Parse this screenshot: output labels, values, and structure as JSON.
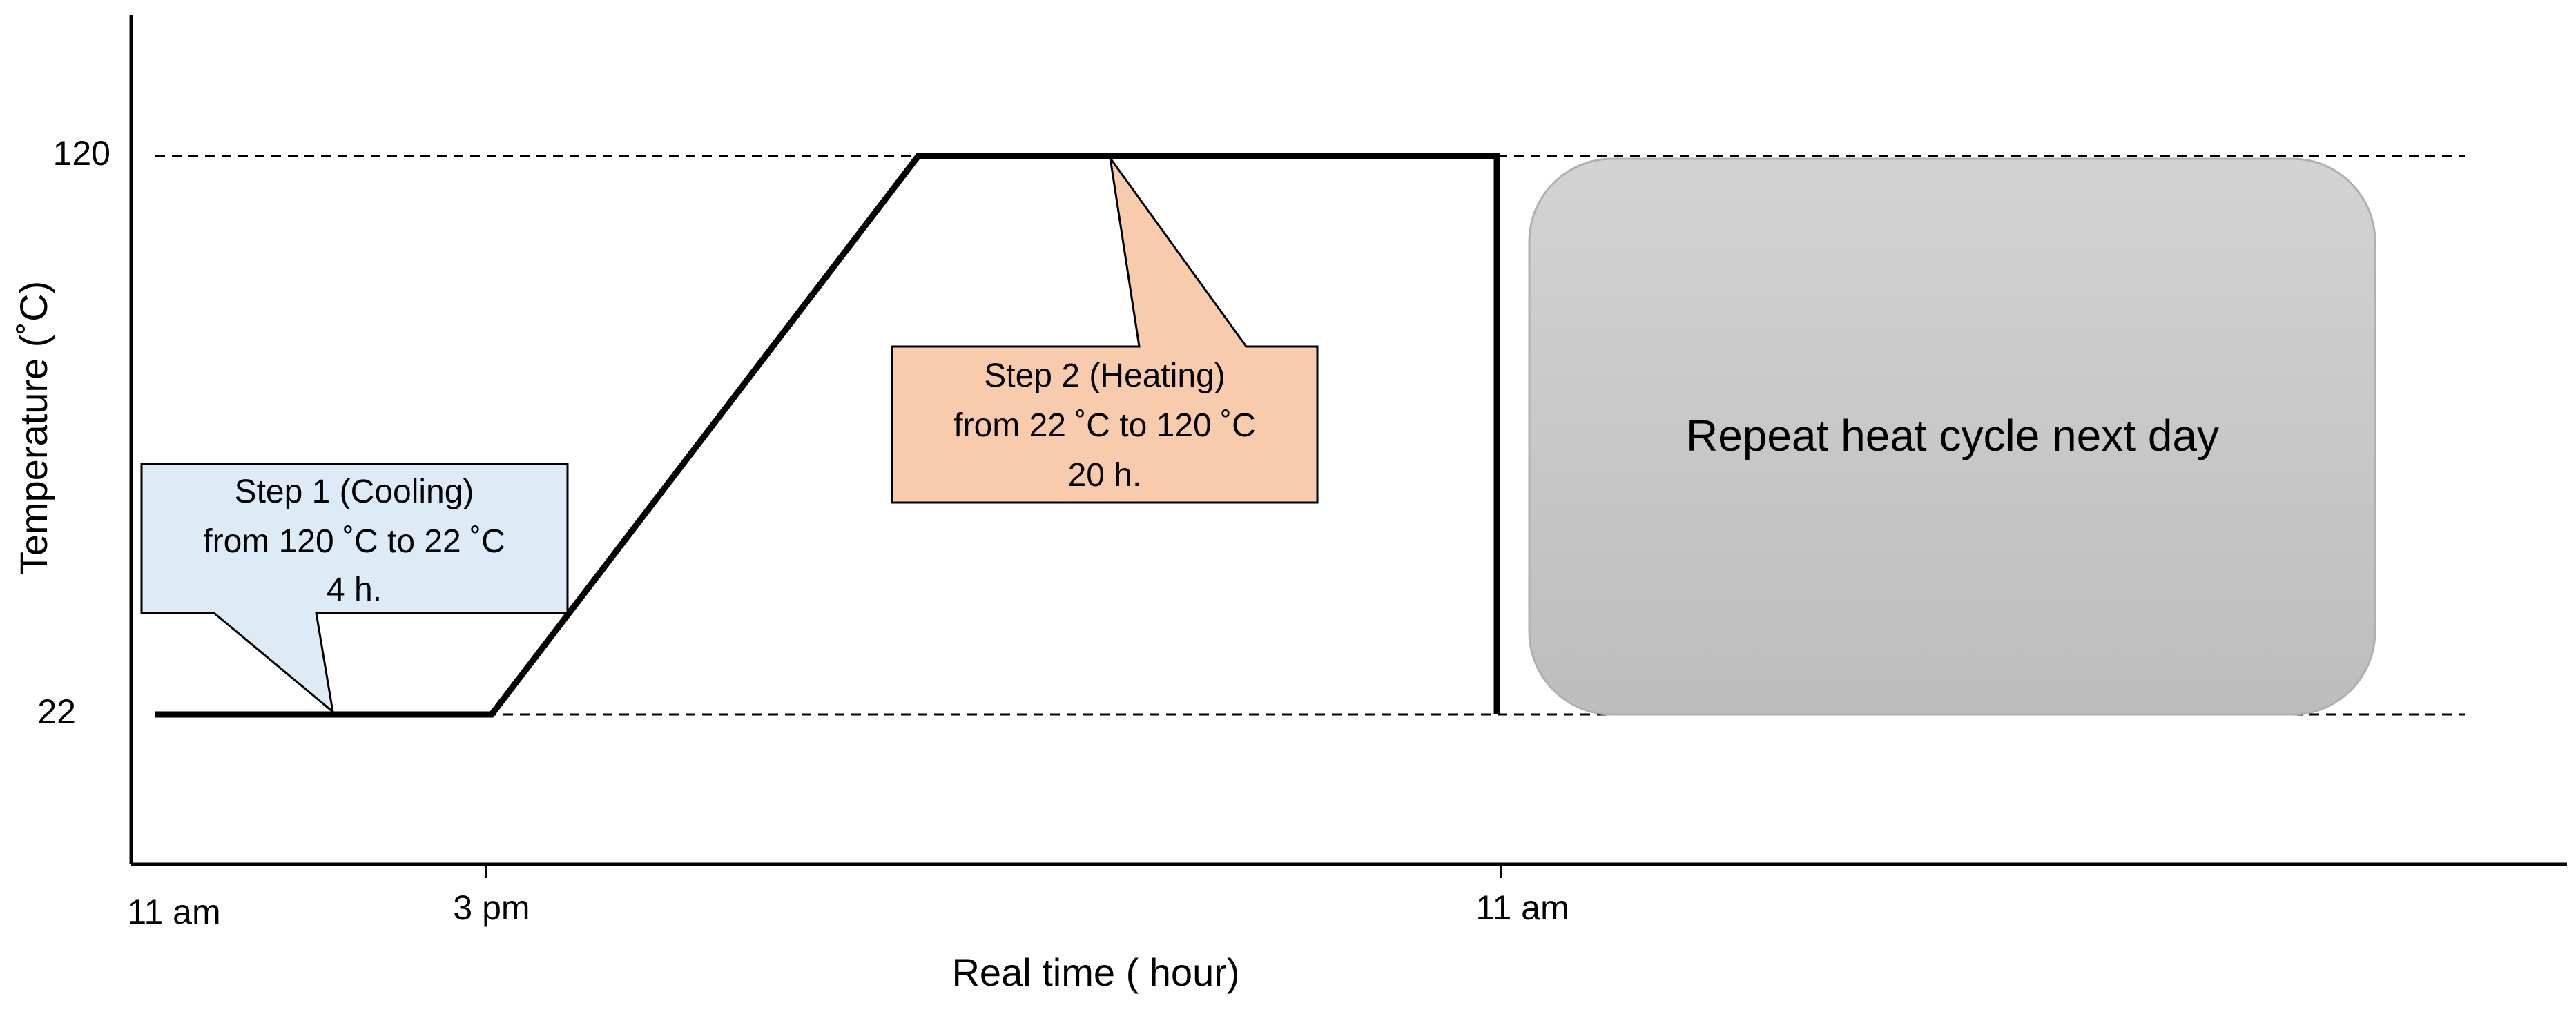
{
  "chart_data": {
    "type": "line",
    "xlabel": "Real time ( hour)",
    "ylabel": "Temperature (˚C)",
    "x_ticks": [
      "11 am",
      "3 pm",
      "11 am"
    ],
    "y_ticks": [
      "120",
      "22"
    ],
    "series": [
      {
        "points": [
          {
            "time": "11 am",
            "temperature": 22
          },
          {
            "time": "3 pm",
            "temperature": 22
          },
          {
            "time": "",
            "temperature": 120
          },
          {
            "time": "11 am",
            "temperature": 120
          },
          {
            "time": "11 am",
            "temperature": 22
          }
        ]
      }
    ],
    "reference_lines": [
      120,
      22
    ],
    "annotations": {
      "step1": {
        "lines": [
          "Step 1 (Cooling)",
          "from 120 ˚C to 22 ˚C",
          "4 h."
        ],
        "color": "#ddebf7"
      },
      "step2": {
        "lines": [
          "Step 2 (Heating)",
          "from 22 ˚C to 120 ˚C",
          "20 h."
        ],
        "color": "#f8cbad"
      },
      "repeat": {
        "text": "Repeat heat cycle next day",
        "color": "#c8c8c8"
      }
    }
  }
}
